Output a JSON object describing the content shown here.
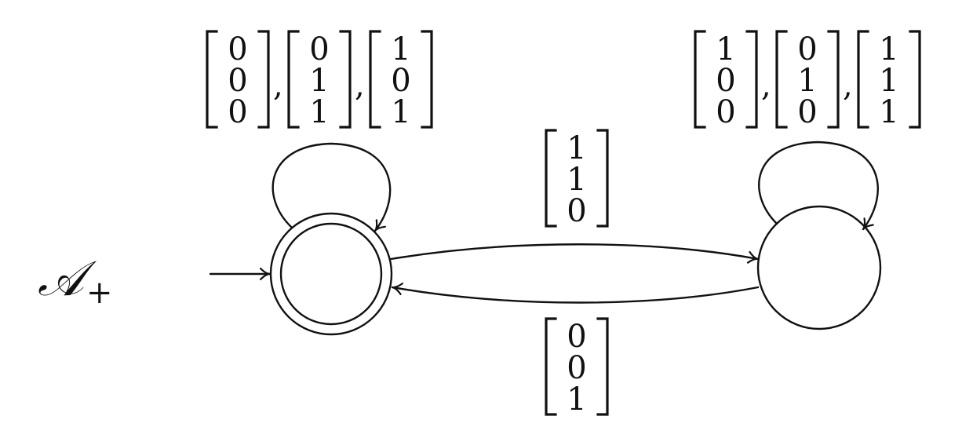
{
  "automaton": {
    "name": "𝒜",
    "subscript": "+"
  },
  "states": [
    {
      "id": "q0",
      "accepting": true,
      "initial": true
    },
    {
      "id": "q1",
      "accepting": false,
      "initial": false
    }
  ],
  "transitions": {
    "q0_loop": [
      [
        "0",
        "0",
        "0"
      ],
      [
        "0",
        "1",
        "1"
      ],
      [
        "1",
        "0",
        "1"
      ]
    ],
    "q1_loop": [
      [
        "1",
        "0",
        "0"
      ],
      [
        "0",
        "1",
        "0"
      ],
      [
        "1",
        "1",
        "1"
      ]
    ],
    "q0_to_q1": [
      [
        "1",
        "1",
        "0"
      ]
    ],
    "q1_to_q0": [
      [
        "0",
        "0",
        "1"
      ]
    ]
  },
  "separator": ","
}
